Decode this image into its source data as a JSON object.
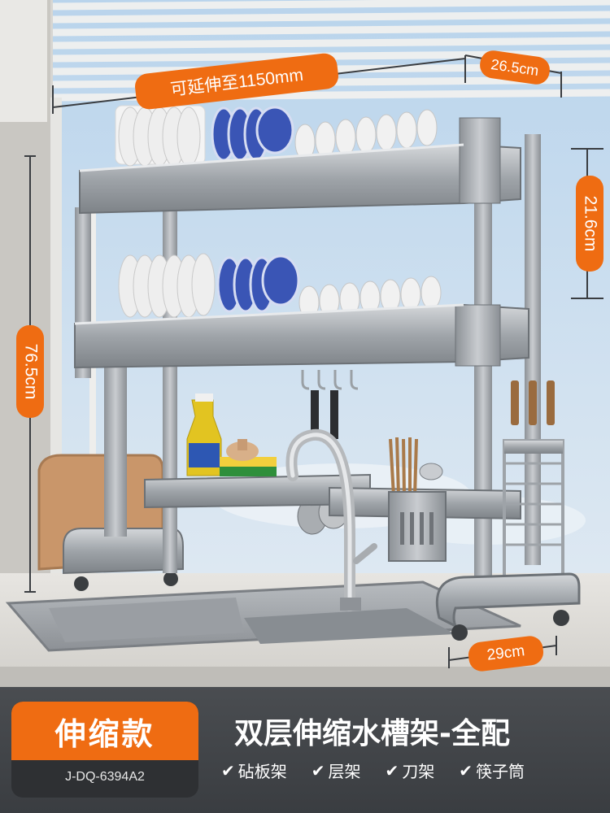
{
  "dimensions": {
    "extend_width": "可延伸至1150mm",
    "depth_top": "26.5cm",
    "tier_height": "21.6cm",
    "total_height": "76.5cm",
    "depth_bottom": "29cm"
  },
  "product": {
    "badge_title": "伸缩款",
    "model": "J-DQ-6394A2",
    "title": "双层伸缩水槽架-全配"
  },
  "features": [
    {
      "label": "砧板架"
    },
    {
      "label": "层架"
    },
    {
      "label": "刀架"
    },
    {
      "label": "筷子筒"
    }
  ],
  "colors": {
    "accent": "#ef6c12",
    "bottom_bar": "#43464a",
    "steel": "#a9adb1"
  }
}
